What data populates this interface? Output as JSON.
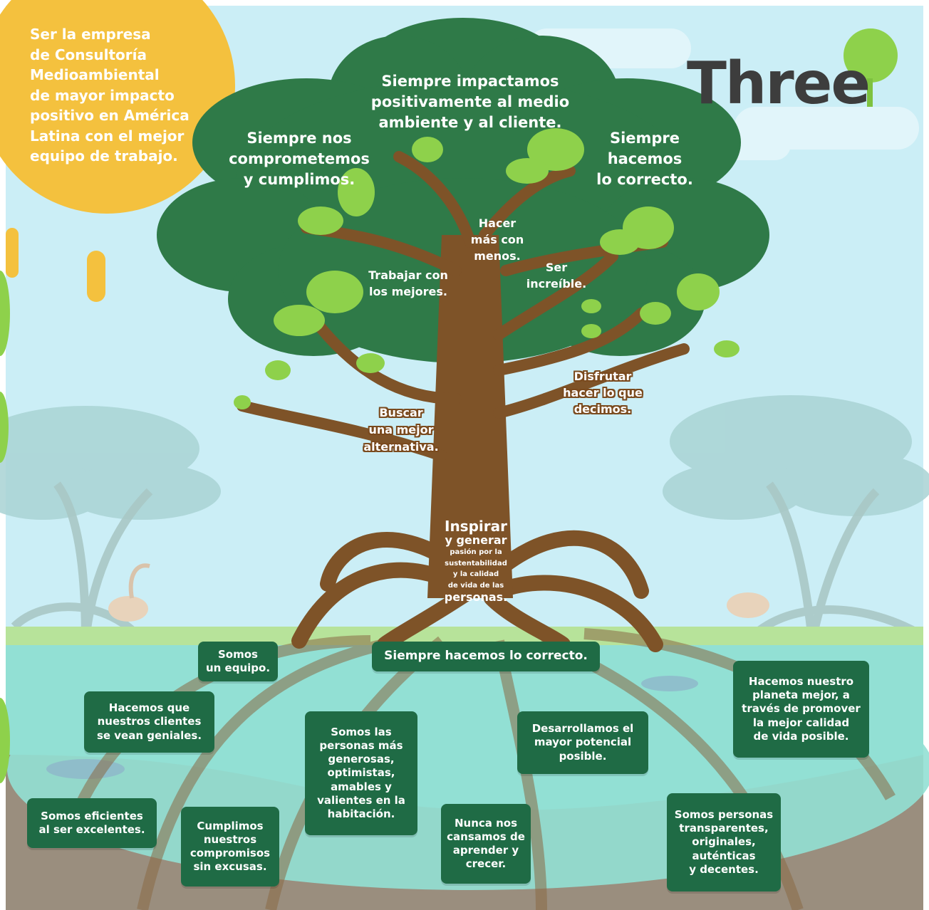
{
  "brand": {
    "name": "Three"
  },
  "colors": {
    "sky": "#cbeef6",
    "sun": "#f4c13e",
    "dark_leaf": "#2f7a48",
    "light_leaf": "#8ed14b",
    "trunk": "#7e5328",
    "water": "#92e0d4",
    "mud": "#9a8e7e",
    "box": "#1f6b45"
  },
  "vision": "Ser la empresa\nde Consultoría\nMedioambiental\nde mayor impacto\npositivo en América\nLatina con el mejor\nequipo de trabajo.",
  "canopy": {
    "top": "Siempre impactamos\npositivamente al medio\nambiente y al cliente.",
    "left": "Siempre nos\ncomprometemos\ny cumplimos.",
    "right": "Siempre\nhacemos\nlo correcto."
  },
  "branches": {
    "hacer_mas": "Hacer\nmás con\nmenos.",
    "ser_increible": "Ser\nincreíble.",
    "trabajar": "Trabajar con\nlos mejores.",
    "disfrutar": "Disfrutar\nhacer lo que\ndecimos.",
    "buscar": "Buscar\nuna mejor\nalternativa."
  },
  "trunk": {
    "line1": "Inspirar",
    "line2": "y generar",
    "line3": "pasión por la\nsustentabilidad\ny la calidad\nde vida de las",
    "line4": "personas."
  },
  "roots": {
    "equipo": "Somos\nun equipo.",
    "correcto": "Siempre hacemos lo correcto.",
    "clientes": "Hacemos que\nnuestros clientes\nse vean geniales.",
    "generosas": "Somos las\npersonas más\ngenerosas,\noptimistas,\namables y\nvalientes en la\nhabitación.",
    "potencial": "Desarrollamos el\nmayor potencial\nposible.",
    "planeta": "Hacemos nuestro\nplaneta mejor, a\ntravés de promover\nla mejor calidad\nde vida posible.",
    "eficientes": "Somos eficientes\nal ser excelentes.",
    "compromisos": "Cumplimos\nnuestros\ncompromisos\nsin excusas.",
    "aprender": "Nunca nos\ncansamos de\naprender y\ncrecer.",
    "transparentes": "Somos personas\ntransparentes,\noriginales,\nauténticas\ny decentes."
  }
}
